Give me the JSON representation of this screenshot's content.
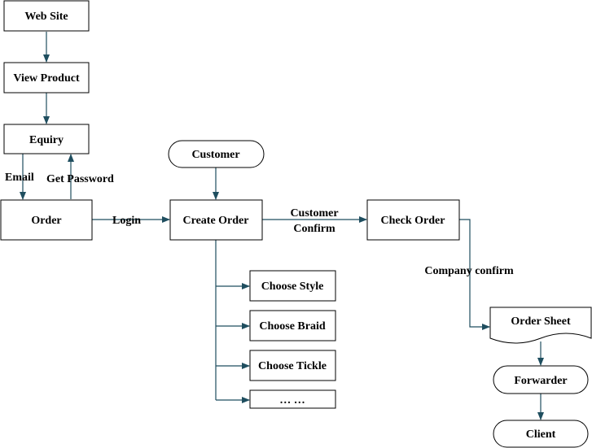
{
  "colors": {
    "connector": "#1f4e5f",
    "node_border": "#000000",
    "node_fill": "#ffffff"
  },
  "nodes": {
    "web_site": "Web Site",
    "view_product": "View Product",
    "equiry": "Equiry",
    "order": "Order",
    "customer": "Customer",
    "create_order": "Create Order",
    "check_order": "Check Order",
    "choose_style": "Choose Style",
    "choose_braid": "Choose Braid",
    "choose_tickle": "Choose Tickle",
    "more_options": "… …",
    "order_sheet": "Order Sheet",
    "forwarder": "Forwarder",
    "client": "Client"
  },
  "edge_labels": {
    "email": "Email",
    "get_password": "Get Password",
    "login": "Login",
    "customer_confirm_line1": "Customer",
    "customer_confirm_line2": "Confirm",
    "company_confirm": "Company confirm"
  }
}
